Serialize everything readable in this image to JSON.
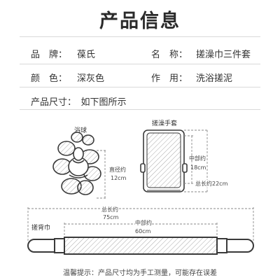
{
  "header": {
    "title": "产品信息"
  },
  "info": {
    "brand_label": "品　牌：",
    "brand_value": "葆氏",
    "name_label": "名　称：",
    "name_value": "搓澡巾三件套",
    "color_label": "颜　色：",
    "color_value": "深灰色",
    "usage_label": "作　用：",
    "usage_value": "洗浴搓泥"
  },
  "size": {
    "label": "产品尺寸：　如下图所示"
  },
  "items": {
    "ball": {
      "name": "浴球",
      "dim_label": "直径约",
      "dim_value": "12cm"
    },
    "glove": {
      "name": "搓澡手套",
      "mid_label": "中部约",
      "mid_value": "18cm",
      "total_label": "总长约22cm"
    },
    "towel": {
      "name": "搓背巾",
      "total_label": "总长约",
      "total_value": "75cm",
      "mid_label": "中部约",
      "mid_value": "60cm"
    }
  },
  "footer": {
    "tip": "温馨提示：产品尺寸均为手工测量，可能存在误差"
  },
  "colors": {
    "outline": "#3a3a3a",
    "fill": "#ffffff",
    "hatch": "#9a9a9a",
    "divider": "#d9d9d9",
    "dash": "#8a8a8a"
  }
}
